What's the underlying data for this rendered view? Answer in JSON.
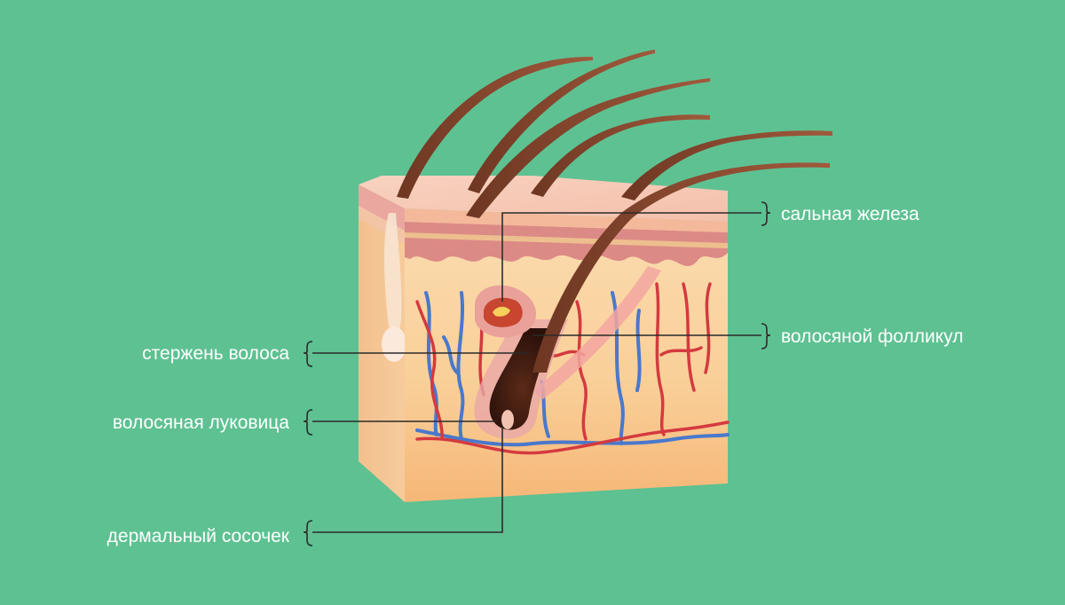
{
  "labels": {
    "sebaceous_gland": "сальная железа",
    "hair_follicle": "волосяной фолликул",
    "hair_shaft": "стержень волоса",
    "hair_bulb": "волосяная луковица",
    "dermal_papilla": "дермальный сосочек"
  },
  "colors": {
    "background": "#5ec192",
    "skin_top": "#f6c9a8",
    "epidermis": "#e9a99a",
    "dermis": "#f9d6a0",
    "hypodermis": "#f7b874",
    "artery": "#d9323a",
    "vein": "#3f6fc4",
    "hair": "#8a4a32",
    "bulb": "#3a1a10",
    "leader_line": "#2b2b2b"
  }
}
